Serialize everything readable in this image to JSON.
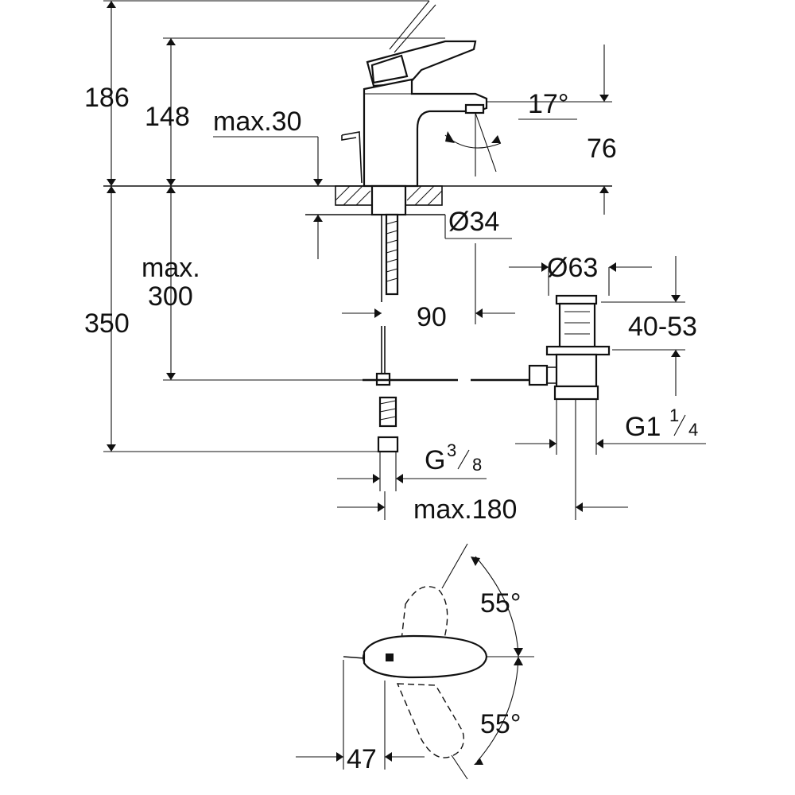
{
  "dimensions": {
    "d186": "186",
    "d148": "148",
    "max30": "max.30",
    "angle17": "17°",
    "d76": "76",
    "d34": "Ø34",
    "d63": "Ø63",
    "max300_line1": "max.",
    "max300_line2": "300",
    "d350": "350",
    "d90": "90",
    "range40_53": "40-53",
    "g114_base": "G1",
    "g114_num": "1",
    "g114_den": "4",
    "g38_base": "G",
    "g38_num": "3",
    "g38_den": "8",
    "max180": "max.180",
    "angle55_top": "55°",
    "angle55_bottom": "55°",
    "d47": "47"
  }
}
